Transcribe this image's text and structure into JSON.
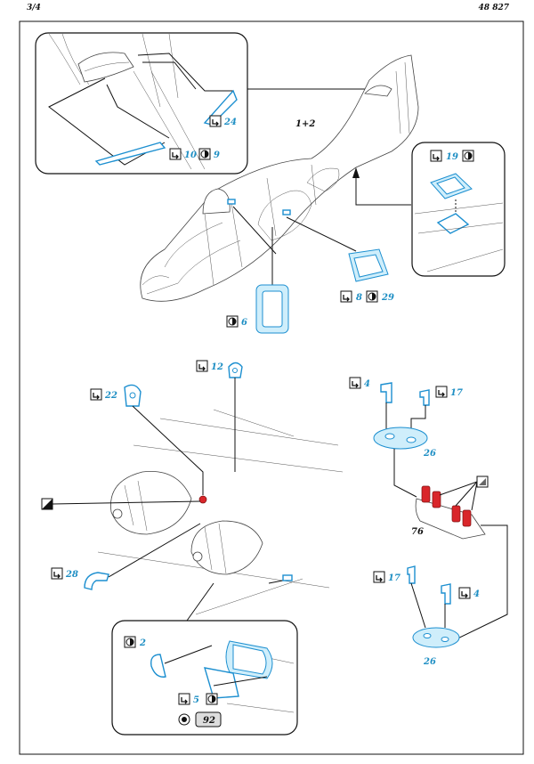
{
  "header": {
    "page": "3/4",
    "kit_number": "48 827"
  },
  "labels": {
    "inset_top_24": "24",
    "inset_top_10": "10",
    "inset_top_9": "9",
    "fuselage": "1+2",
    "inset_right_19": "19",
    "part_8": "8",
    "part_29": "29",
    "part_6": "6",
    "part_22": "22",
    "part_12": "12",
    "part_4_top": "4",
    "part_17_top": "17",
    "part_26_top": "26",
    "part_76": "76",
    "part_28": "28",
    "part_17_bottom": "17",
    "part_4_bottom": "4",
    "part_26_bottom": "26",
    "inset_bottom_2": "2",
    "inset_bottom_5": "5",
    "inset_bottom_92": "92"
  },
  "colors": {
    "photo_etch": "#1c8fd0",
    "resin_red": "#d9262a",
    "line": "#111111"
  },
  "icons": [
    "bend-icon",
    "etch-side-icon",
    "paint-black-icon",
    "paint-grey-icon"
  ]
}
